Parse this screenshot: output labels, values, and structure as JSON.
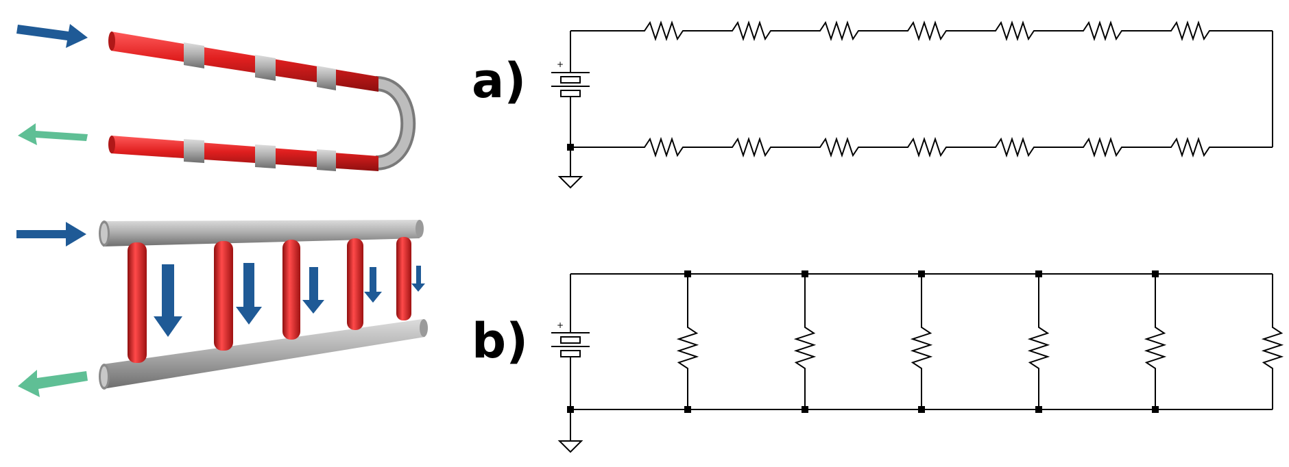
{
  "labels": {
    "a": "a)",
    "b": "b)"
  },
  "battery_plus": "+",
  "colors": {
    "pipe_red": "#e01f1f",
    "pipe_gray": "#a9a9a9",
    "inlet_arrow": "#1f5a96",
    "outlet_arrow": "#5fbf95",
    "flow_arrow": "#1f5a96",
    "wire": "#000000"
  },
  "icons": {
    "inlet": "arrow-right-icon",
    "outlet": "arrow-left-icon",
    "flow": "arrow-down-icon",
    "ground": "ground-icon",
    "battery": "battery-icon"
  },
  "series_circuit": {
    "resistors_per_branch": 7,
    "branches": 2
  },
  "parallel_circuit": {
    "resistor_count": 6
  },
  "ladder": {
    "riser_count": 5,
    "flow_arrow_levels": [
      1.0,
      0.8,
      0.6,
      0.45,
      0.3
    ]
  }
}
